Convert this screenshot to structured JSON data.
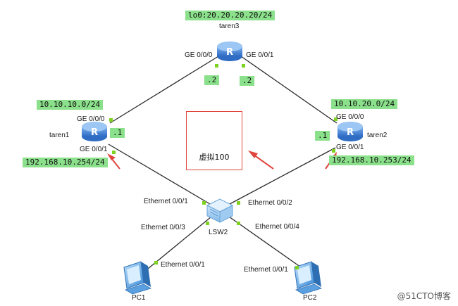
{
  "routers": {
    "taren3": {
      "name": "taren3",
      "loopback": "lo0:20.20.20.20/24",
      "if0": "GE 0/0/0",
      "if1": "GE 0/0/1"
    },
    "taren1": {
      "name": "taren1",
      "network": "10.10.10.0/24",
      "if0": "GE 0/0/0",
      "if1": "GE 0/0/1",
      "ip": "192.168.10.254/24"
    },
    "taren2": {
      "name": "taren2",
      "network": "10.10.20.0/24",
      "if0": "GE 0/0/0",
      "if1": "GE 0/0/1",
      "ip": "192.168.10.253/24"
    }
  },
  "link_ips": {
    "a": ".2",
    "b": ".2",
    "c": ".1",
    "d": ".1"
  },
  "virtual": {
    "label": "虚拟100"
  },
  "switch": {
    "name": "LSW2",
    "p1": "Ethernet 0/0/1",
    "p2": "Ethernet 0/0/2",
    "p3": "Ethernet 0/0/3",
    "p4": "Ethernet 0/0/4"
  },
  "pcs": {
    "pc1": {
      "name": "PC1",
      "port": "Ethernet 0/0/1"
    },
    "pc2": {
      "name": "PC2",
      "port": "Ethernet 0/0/1"
    }
  },
  "watermark": "@51CTO博客",
  "colors": {
    "link": "#2b2b2b",
    "tag": "#8be08b",
    "port_dot": "#7ed321",
    "arrow": "#e0453d",
    "router": "#3a7bd5"
  }
}
